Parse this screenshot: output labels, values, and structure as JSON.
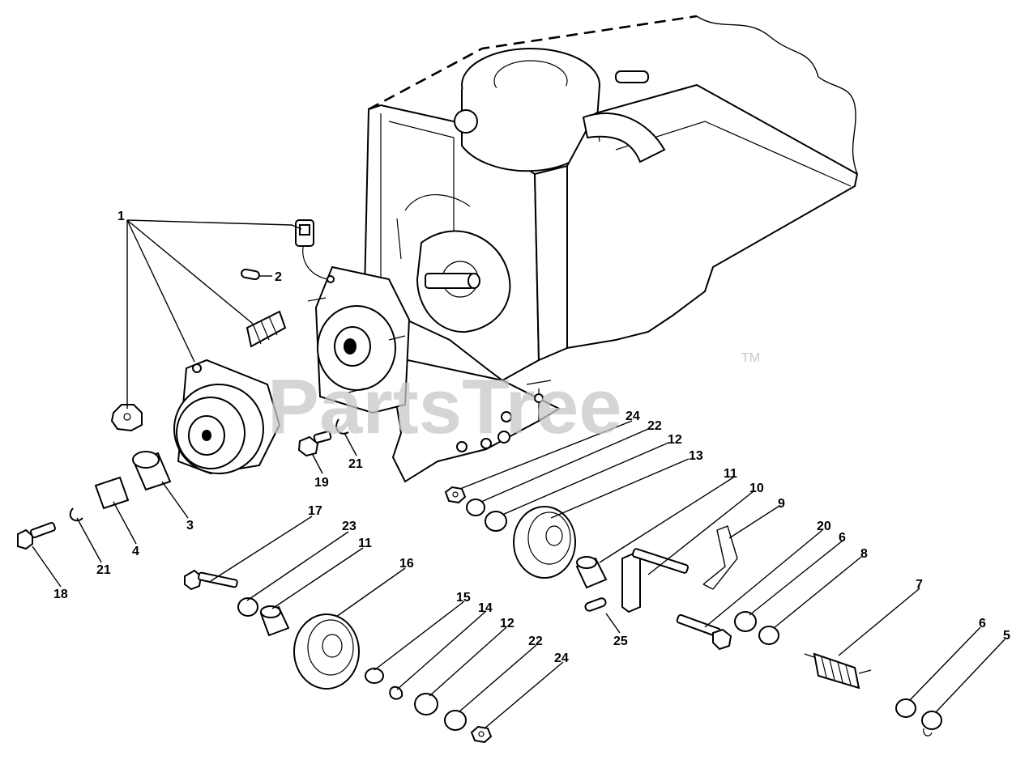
{
  "watermark": {
    "text": "PartsTree",
    "trademark": "TM"
  },
  "callouts": {
    "c1": "1",
    "c2": "2",
    "c3": "3",
    "c4": "4",
    "c5": "5",
    "c6a": "6",
    "c6b": "6",
    "c7": "7",
    "c8": "8",
    "c9": "9",
    "c10": "10",
    "c11a": "11",
    "c11b": "11",
    "c12a": "12",
    "c12b": "12",
    "c13": "13",
    "c14": "14",
    "c15": "15",
    "c16": "16",
    "c17": "17",
    "c18": "18",
    "c19": "19",
    "c20": "20",
    "c21a": "21",
    "c21b": "21",
    "c22a": "22",
    "c22b": "22",
    "c23": "23",
    "c24a": "24",
    "c24b": "24",
    "c25": "25"
  }
}
